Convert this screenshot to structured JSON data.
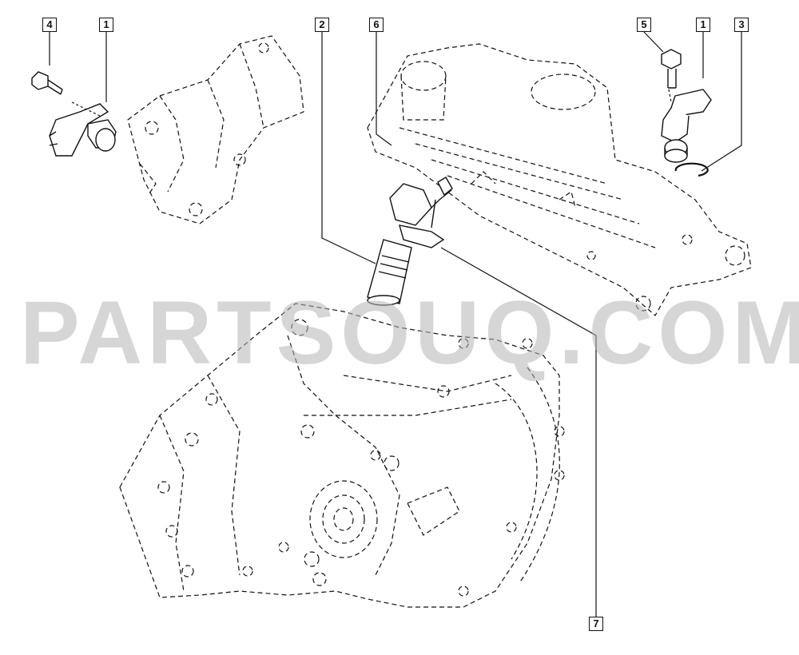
{
  "watermark": "PARTSOUQ.COM",
  "callouts": [
    {
      "id": "callout-4-left",
      "label": "4"
    },
    {
      "id": "callout-1-left",
      "label": "1"
    },
    {
      "id": "callout-2",
      "label": "2"
    },
    {
      "id": "callout-6",
      "label": "6"
    },
    {
      "id": "callout-5",
      "label": "5"
    },
    {
      "id": "callout-1-right",
      "label": "1"
    },
    {
      "id": "callout-3",
      "label": "3"
    },
    {
      "id": "callout-7",
      "label": "7"
    }
  ],
  "colors": {
    "line": "#111111",
    "watermark": "#b4b4b4",
    "background": "#ffffff"
  }
}
